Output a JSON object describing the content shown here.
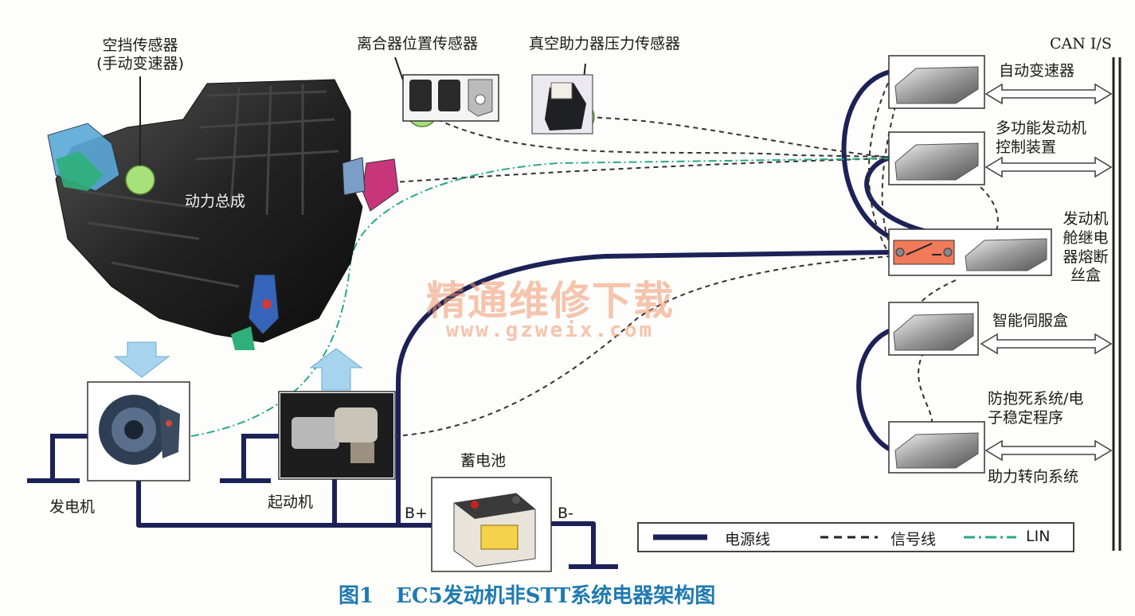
{
  "caption": {
    "figure_no": "图1",
    "title": "EC5发动机非STT系统电器架构图"
  },
  "watermark": {
    "cn": "精通维修下载",
    "url": "www.gzweix.com"
  },
  "bus_label": "CAN I/S",
  "components": {
    "neutral_sensor": {
      "line1": "空挡传感器",
      "line2": "(手动变速器)"
    },
    "clutch_sensor": "离合器位置传感器",
    "vacuum_sensor": "真空助力器压力传感器",
    "powertrain": "动力总成",
    "alternator": "发电机",
    "starter": "起动机",
    "battery": "蓄电池",
    "battery_pos": "B+",
    "battery_neg": "B-"
  },
  "modules": [
    {
      "id": "tcu",
      "label": "自动变速器"
    },
    {
      "id": "ecm",
      "label": "多功能发动机控制装置"
    },
    {
      "id": "relay_box",
      "label": "发动机舱继电器熔断丝盒"
    },
    {
      "id": "servo",
      "label": "智能伺服盒"
    },
    {
      "id": "abs_esp",
      "label": "防抱死系统/电子稳定程序"
    },
    {
      "id": "eps",
      "label": "助力转向系统"
    }
  ],
  "legend": {
    "power": "电源线",
    "signal": "信号线",
    "lin": "LIN"
  },
  "colors": {
    "power": "#1c2257",
    "signal": "#333333",
    "lin": "#2aa889",
    "sensor": "#a8e07a",
    "caption": "#1f7ab0",
    "arrow": "#a6d4ee"
  }
}
